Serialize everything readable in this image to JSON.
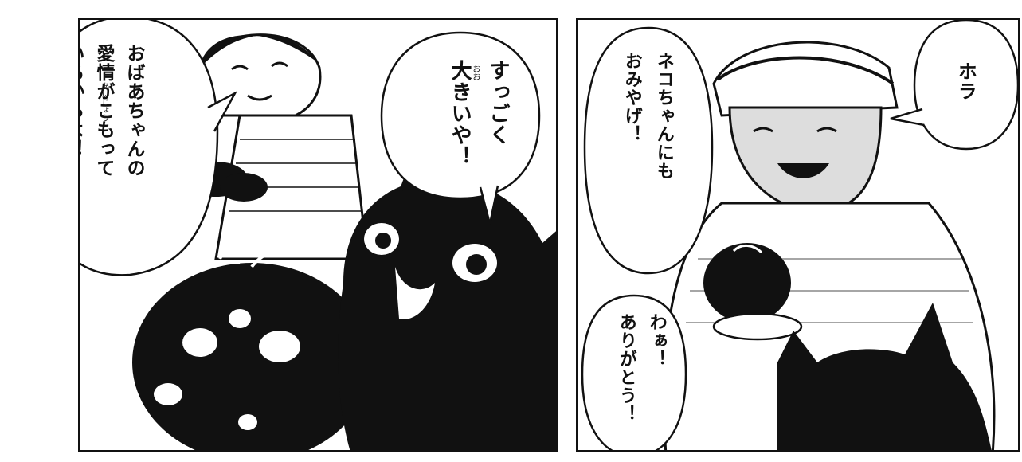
{
  "panels": [
    {
      "id": "left",
      "bubbles": [
        {
          "id": "grandma-love",
          "lines": [
            "おばあちゃんの",
            "愛情がこもって",
            "いるからよ！"
          ],
          "ruby": "あいじょう"
        },
        {
          "id": "so-big",
          "lines": [
            "すっごく",
            "大きいや！"
          ],
          "ruby": "おお"
        }
      ]
    },
    {
      "id": "right",
      "bubbles": [
        {
          "id": "hora",
          "lines": [
            "ホラ"
          ]
        },
        {
          "id": "souvenir",
          "lines": [
            "ネコちゃんにも",
            "おみやげ！"
          ]
        },
        {
          "id": "thanks",
          "lines": [
            "わぁ！",
            "ありがとう！"
          ]
        }
      ]
    }
  ],
  "colors": {
    "ink": "#111111",
    "paper": "#ffffff",
    "tone": "#888888"
  }
}
